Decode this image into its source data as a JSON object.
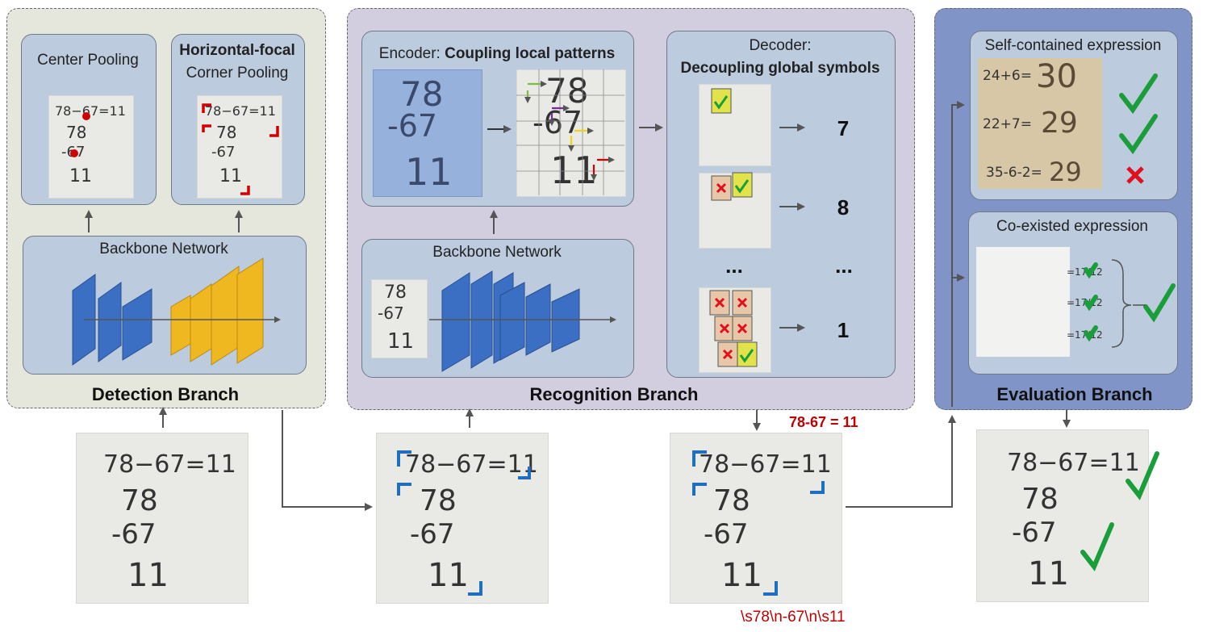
{
  "detection": {
    "center_pooling": "Center Pooling",
    "hf_bold": "Horizontal-focal",
    "hf_rest": "Corner Pooling",
    "backbone": "Backbone Network",
    "branch_title": "Detection Branch"
  },
  "recognition": {
    "encoder_prefix": "Encoder: ",
    "encoder_bold": "Coupling local patterns",
    "decoder_line1": "Decoder:",
    "decoder_bold": "Decoupling global symbols",
    "backbone": "Backbone Network",
    "outputs": [
      "7",
      "8",
      "...",
      "1"
    ],
    "ellipsis_left": "...",
    "branch_title": "Recognition Branch"
  },
  "evaluation": {
    "self_contained": "Self-contained expression",
    "co_existed": "Co-existed expression",
    "branch_title": "Evaluation Branch",
    "exprs": [
      "24+6=",
      "22+7=",
      "35-6-2="
    ],
    "answers": [
      "30",
      "29",
      "29"
    ],
    "co_results": [
      "=17/12",
      "=17/12",
      "=17/12"
    ]
  },
  "handwriting": {
    "top_line": "78−67=11",
    "num1": "78",
    "num2": "-67",
    "result": "11",
    "result_label": "78-67 = 11",
    "latex_label": "\\s78\\n-67\\n\\s11"
  },
  "colors": {
    "detection_bg": "#e6e7dc",
    "recognition_bg": "#d3cde0",
    "evaluation_bg": "#8194c8",
    "card_bg": "#bccbde",
    "check_green": "#1a9e3a",
    "cross_red": "#e0101c",
    "corner_blue": "#1f6fc0",
    "corner_red": "#d00000"
  }
}
